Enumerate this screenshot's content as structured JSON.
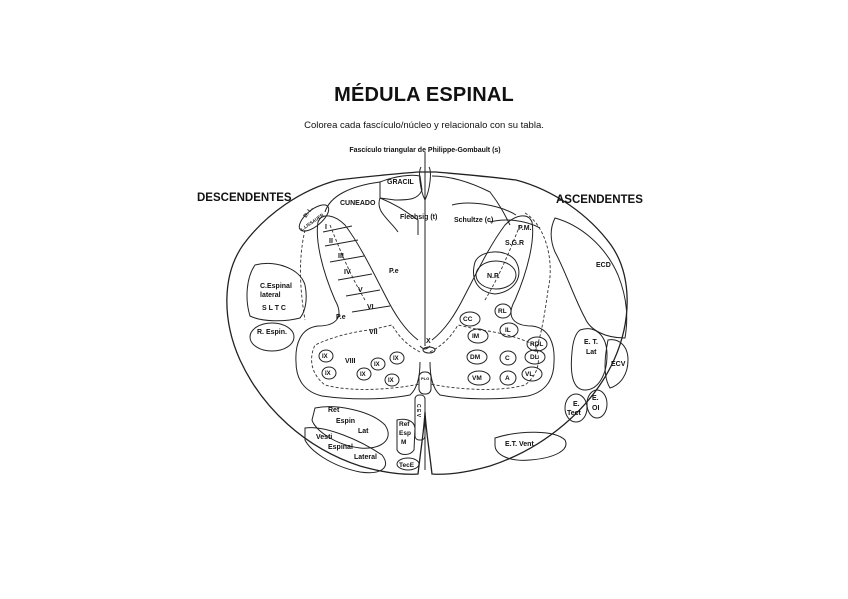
{
  "title": "MÉDULA ESPINAL",
  "subtitle": "Colorea cada fascículo/núcleo y relacionalo con su tabla.",
  "headings": {
    "top_fasciculus": "Fascículo triangular de Philippe-Gombault (s)",
    "descending": "DESCENDENTES",
    "ascending": "ASCENDENTES"
  },
  "labels": {
    "gracil": "GRACIL",
    "cuneado": "CUNEADO",
    "flechsig": "Flechsig (t)",
    "schultze": "Schultze (c)",
    "dl": "D. L.",
    "lissauer": "L.LISSAUER",
    "lam_i": "I",
    "lam_ii": "II",
    "lam_iii": "III",
    "lam_iv": "IV",
    "lam_v": "V",
    "lam_vi": "VI",
    "lam_vii": "VII",
    "lam_viii": "VIII",
    "lam_x": "X",
    "lam_ix_a": "IX",
    "lam_ix_b": "IX",
    "lam_ix_c": "IX",
    "lam_ix_d": "IX",
    "lam_ix_e": "IX",
    "lam_ix_f": "IX",
    "pe_left": "P.e",
    "pe_right": "P.e",
    "c_espinal_1": "C.Espinal",
    "c_espinal_2": "lateral",
    "sltc": "S L T C",
    "r_espin": "R. Espin.",
    "pm": "P.M.",
    "sgr": "S.G.R",
    "np": "N.P.",
    "ecd": "ECD",
    "rl": "RL",
    "cc": "CC",
    "im": "IM",
    "il": "IL",
    "rdl": "RDL",
    "dm": "DM",
    "c": "C",
    "dl_nuc": "DL",
    "vm": "VM",
    "a": "A",
    "vl": "VL",
    "et_lat_1": "E. T.",
    "et_lat_2": "Lat",
    "ecv": "ECV",
    "e_tect_1": "E.",
    "e_tect_2": "Tect",
    "e_ol_1": "E.",
    "e_ol_2": "OI",
    "et_vent": "E.T. Vent",
    "ret_1": "Ret",
    "ret_2": "Espin",
    "ret_3": "Lat",
    "vesti_1": "Vesti",
    "vesti_2": "Espinal",
    "vesti_3": "Lateral",
    "ref_1": "Ref",
    "ref_2": "Esp",
    "ref_3": "M",
    "tece": "TecE",
    "cev": "C E V",
    "plg": "PLG"
  }
}
